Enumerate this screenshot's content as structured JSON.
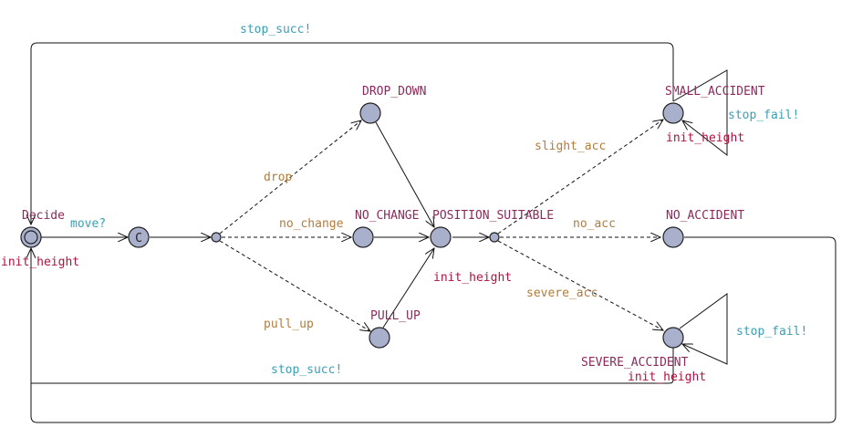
{
  "colors": {
    "location_name": "#8b2a5b",
    "invariant": "#b0123f",
    "sync": "#3a9fb4",
    "select_label": "#b07c3c",
    "state_fill": "#a9b0cc"
  },
  "locations": {
    "decide": "Decide",
    "committed_mark": "C",
    "drop_down": "DROP_DOWN",
    "no_change": "NO_CHANGE",
    "pull_up": "PULL_UP",
    "position_suitable": "POSITION_SUITABLE",
    "small_accident": "SMALL_ACCIDENT",
    "no_accident": "NO_ACCIDENT",
    "severe_accident": "SEVERE_ACCIDENT"
  },
  "invariants": {
    "decide": "init_height",
    "position_suitable": "init_height",
    "small_accident": "init_height",
    "severe_accident": "init_height"
  },
  "edge_labels": {
    "move": "move?",
    "drop": "drop",
    "no_change": "no_change",
    "pull_up": "pull_up",
    "slight_acc": "slight_acc",
    "no_acc": "no_acc",
    "severe_acc": "severe_acc",
    "stop_succ_top": "stop_succ!",
    "stop_succ_bottom": "stop_succ!",
    "stop_fail_small": "stop_fail!",
    "stop_fail_severe": "stop_fail!"
  }
}
